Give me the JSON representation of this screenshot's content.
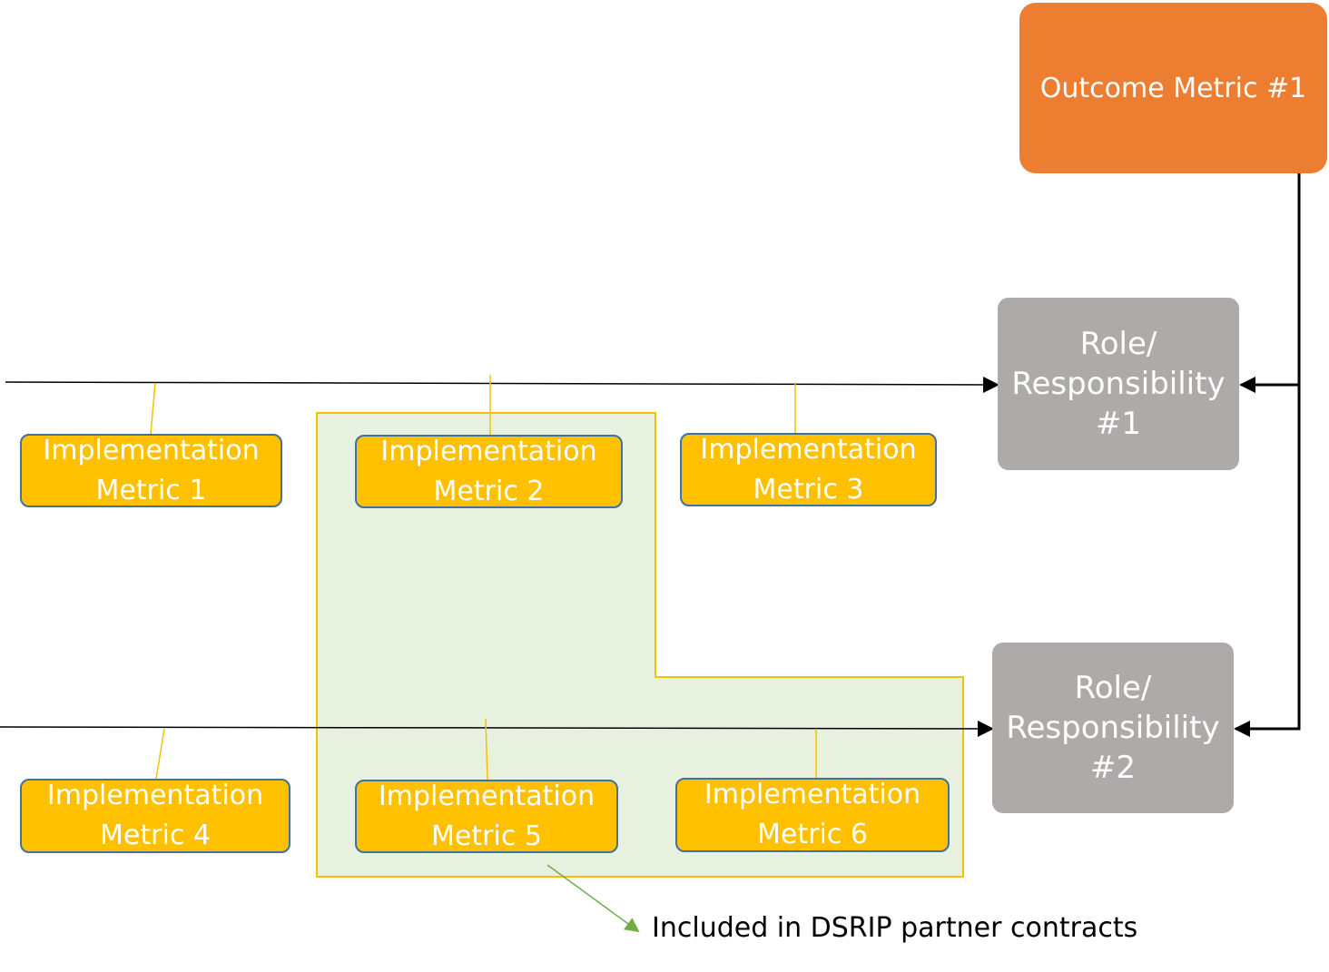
{
  "outcome": {
    "label": "Outcome Metric #1"
  },
  "roles": [
    {
      "label": "Role/\nResponsibility\n#1"
    },
    {
      "label": "Role/\nResponsibility\n#2"
    }
  ],
  "implementation_metrics": [
    {
      "label": "Implementation\nMetric 1"
    },
    {
      "label": "Implementation\nMetric 2"
    },
    {
      "label": "Implementation\nMetric 3"
    },
    {
      "label": "Implementation\nMetric 4"
    },
    {
      "label": "Implementation\nMetric 5"
    },
    {
      "label": "Implementation\nMetric 6"
    }
  ],
  "legend": {
    "label": "Included in DSRIP partner contracts"
  },
  "colors": {
    "outcome": "#ed7d31",
    "role": "#aeaaaa",
    "implementation": "#ffc000",
    "implementation_border": "#41719c",
    "highlight_fill": "#e8f1df",
    "highlight_border": "#f2c200",
    "legend_arrow": "#70ad47"
  }
}
